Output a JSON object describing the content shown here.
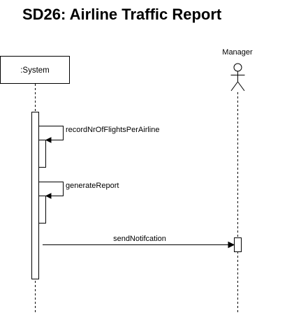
{
  "diagram": {
    "title": "SD26: Airline Traffic Report",
    "participants": {
      "system": {
        "label": ":System"
      },
      "manager": {
        "label": "Manager",
        "kind": "actor"
      }
    },
    "messages": [
      {
        "label": "recordNrOfFlightsPerAirline",
        "type": "self",
        "from": "system",
        "to": "system"
      },
      {
        "label": "generateReport",
        "type": "self",
        "from": "system",
        "to": "system"
      },
      {
        "label": "sendNotifcation",
        "type": "sync",
        "from": "system",
        "to": "manager"
      }
    ],
    "colors": {
      "stroke": "#000000",
      "fill": "#ffffff",
      "text": "#000000"
    }
  }
}
